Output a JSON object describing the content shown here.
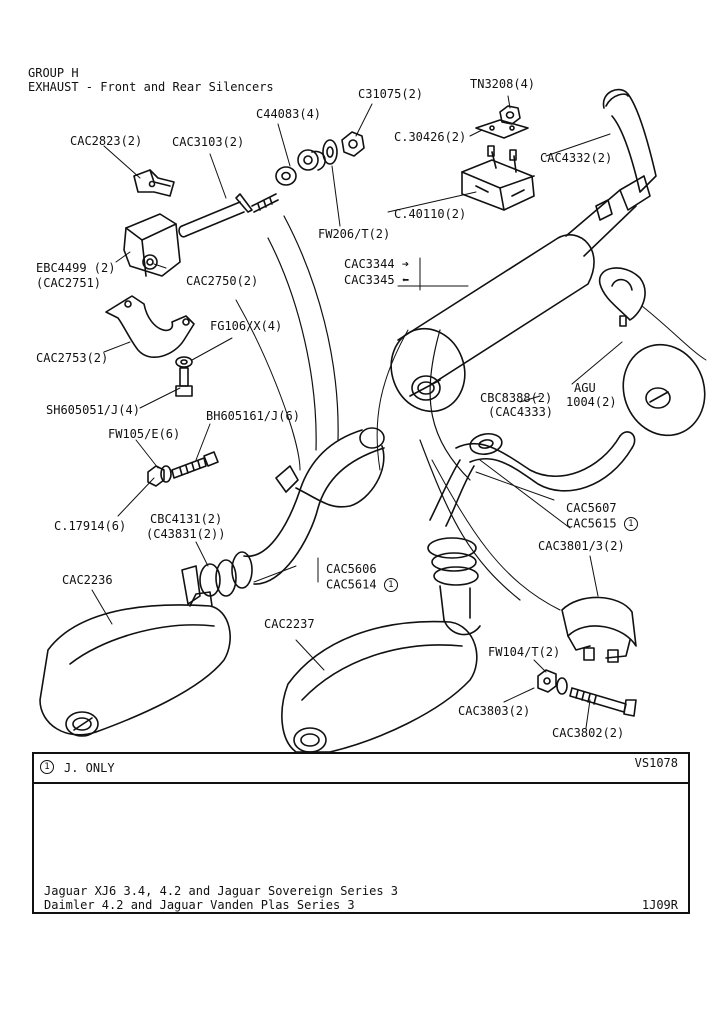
{
  "header": {
    "group": "GROUP H",
    "title": "EXHAUST - Front and Rear Silencers"
  },
  "labels": {
    "cac2823": "CAC2823(2)",
    "cac3103": "CAC3103(2)",
    "c44083": "C44083(4)",
    "c31075": "C31075(2)",
    "tn3208": "TN3208(4)",
    "c30426": "C.30426(2)",
    "cac4332": "CAC4332(2)",
    "c40110": "C.40110(2)",
    "fw206": "FW206/T(2)",
    "ebc4499": "EBC4499 (2)",
    "cac2751": "(CAC2751)",
    "cac2750": "CAC2750(2)",
    "cac3344": "CAC3344",
    "cac3345": "CAC3345",
    "fg106": "FG106/X(4)",
    "cac2753": "CAC2753(2)",
    "agu": "AGU",
    "agu_qty": "1004(2)",
    "cbc8388": "CBC8388(2)",
    "cac4333": "(CAC4333)",
    "sh605051": "SH605051/J(4)",
    "bh605161": "BH605161/J(6)",
    "fw105": "FW105/E(6)",
    "cac5607": "CAC5607",
    "cac5615": "CAC5615",
    "c17914": "C.17914(6)",
    "cbc4131": "CBC4131(2)",
    "c43831": "(C43831(2))",
    "cac3801": "CAC3801/3(2)",
    "cac5606": "CAC5606",
    "cac5614": "CAC5614",
    "cac2236": "CAC2236",
    "cac2237": "CAC2237",
    "fw104": "FW104/T(2)",
    "cac3803": "CAC3803(2)",
    "cac3802": "CAC3802(2)",
    "circle_mark": "1"
  },
  "note": {
    "marker": "1",
    "text": "J. ONLY",
    "ref": "VS1078",
    "line1": "Jaguar XJ6 3.4, 4.2 and Jaguar Sovereign Series 3",
    "line2": "Daimler 4.2 and Jaguar Vanden Plas Series 3",
    "code": "1J09R"
  }
}
